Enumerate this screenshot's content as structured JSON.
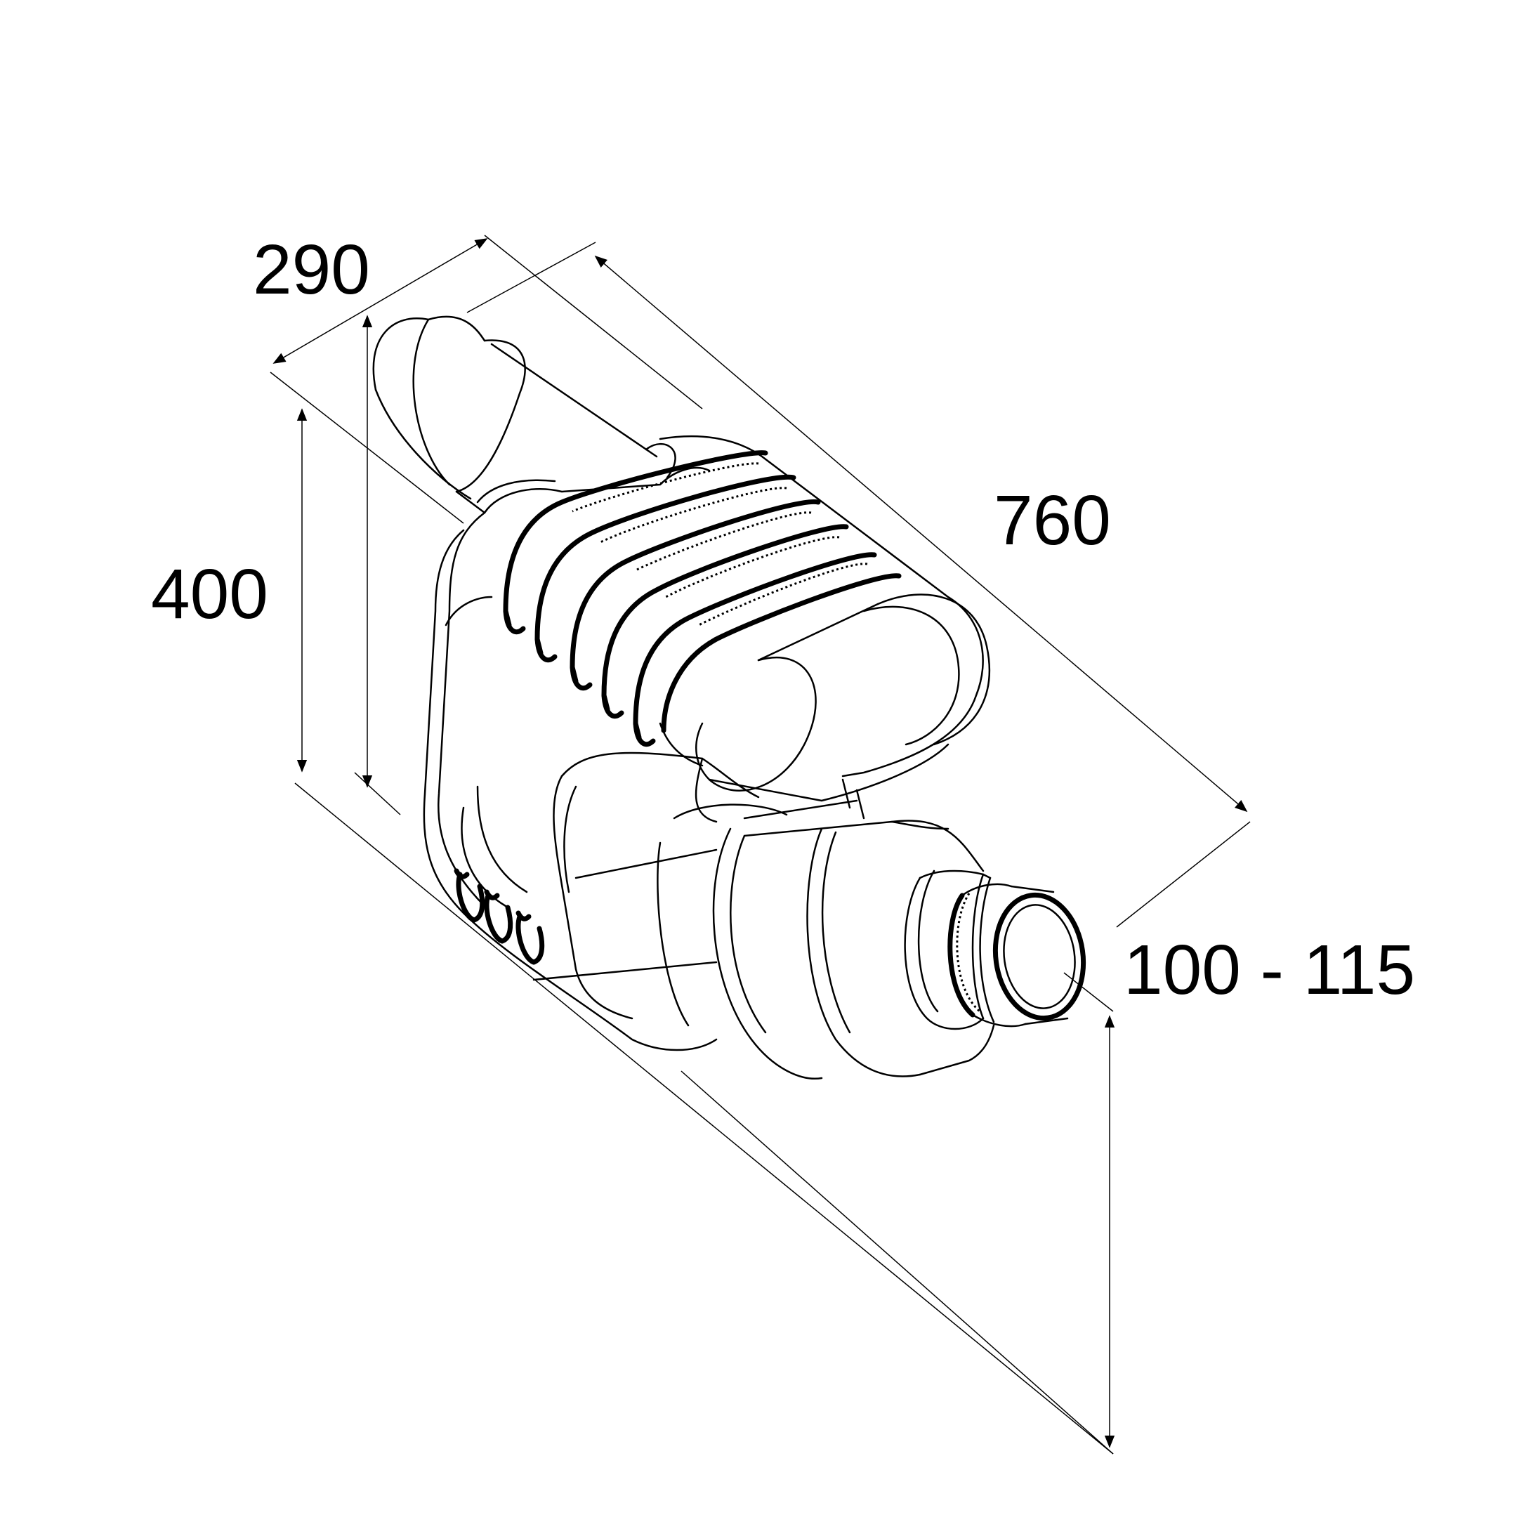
{
  "dimensions": {
    "width": "290",
    "height": "400",
    "length": "760",
    "outlet": "100 - 115"
  },
  "colors": {
    "line": "#000000",
    "background": "#ffffff"
  },
  "icons": {
    "arrowhead": "dimension-arrowhead"
  }
}
